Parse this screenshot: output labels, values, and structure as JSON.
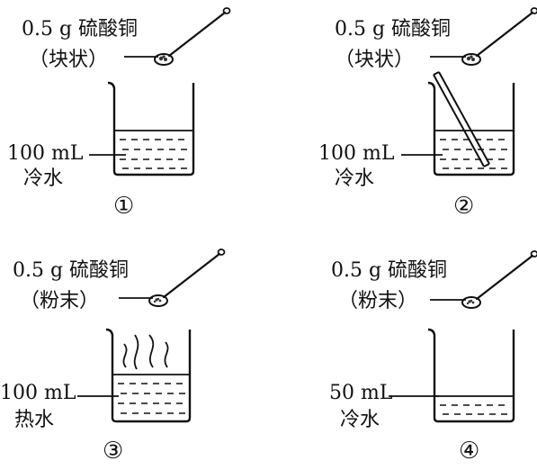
{
  "panels": [
    {
      "id": "1",
      "amount": "0.5 g 硫酸铜",
      "form": "（块状）",
      "volume": "100 mL",
      "water": "冷水",
      "index": "①"
    },
    {
      "id": "2",
      "amount": "0.5 g 硫酸铜",
      "form": "（块状）",
      "volume": "100 mL",
      "water": "冷水",
      "index": "②"
    },
    {
      "id": "3",
      "amount": "0.5 g 硫酸铜",
      "form": "（粉末）",
      "volume": "100 mL",
      "water": "热水",
      "index": "③"
    },
    {
      "id": "4",
      "amount": "0.5 g 硫酸铜",
      "form": "（粉末）",
      "volume": "50 mL",
      "water": "冷水",
      "index": "④"
    }
  ],
  "colors": {
    "ink": "#111111",
    "background": "#ffffff"
  }
}
